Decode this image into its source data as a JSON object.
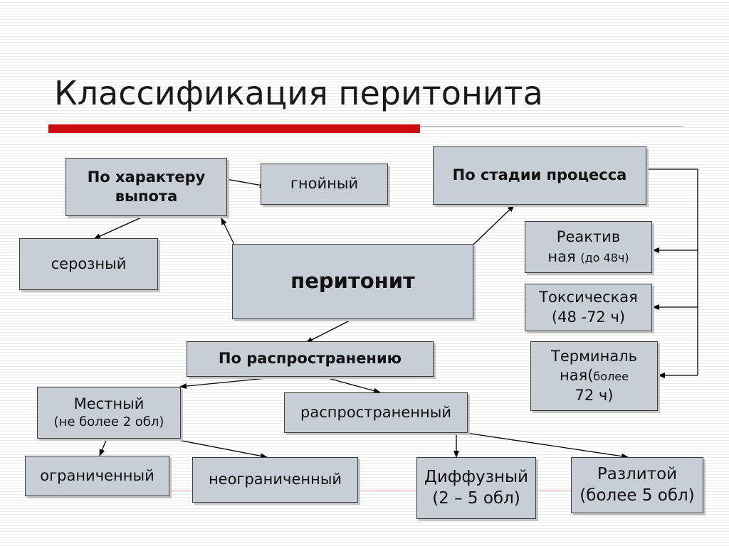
{
  "title": "Классификация перитонита",
  "nodes": {
    "by_effusion": "По характеру выпота",
    "purulent": "гнойный",
    "serous": "серозный",
    "by_stage": "По стадии процесса",
    "reactive_1": "Реактив",
    "reactive_2": "ная",
    "reactive_3": "(до 48ч)",
    "toxic_1": "Токсическая",
    "toxic_2": "(48 -72 ч)",
    "terminal_1": "Терминаль",
    "terminal_2": "ная(",
    "terminal_3": "более",
    "terminal_4": "72 ч)",
    "peritonitis": "перитонит",
    "by_spread": "По распространению",
    "local_1": "Местный",
    "local_2": "(не более 2 обл)",
    "widespread": "распространенный",
    "limited": "ограниченный",
    "unlimited": "неограниченный",
    "diffuse_1": "Диффузный",
    "diffuse_2": "(2 – 5 обл)",
    "spilled_1": "Разлитой",
    "spilled_2": "(более 5 обл)"
  },
  "colors": {
    "box_fill": "#c8ced6",
    "box_border": "#3b3b3b",
    "accent_red": "#cc0d0d",
    "connector_red": "#e8a0a0"
  }
}
